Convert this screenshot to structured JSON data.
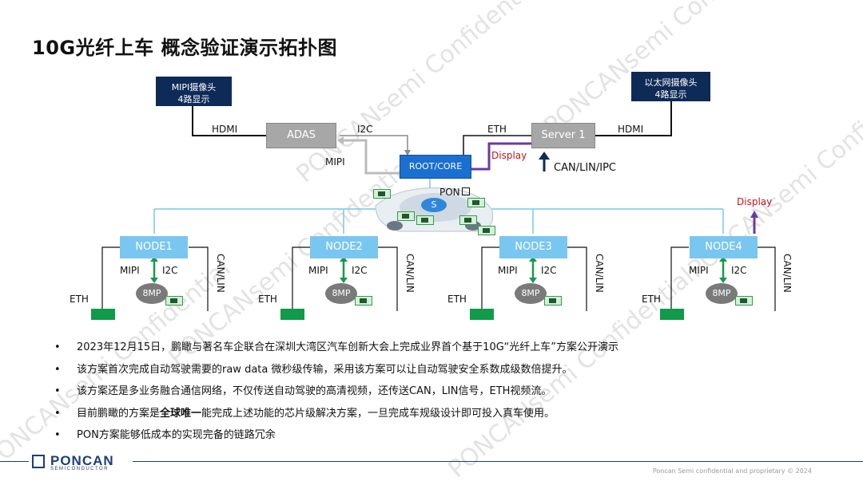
{
  "title": "10G光纤上车  概念验证演示拓扑图",
  "watermark_text": "PONCANsemi Confidential",
  "boxes": {
    "mipi_camera": {
      "line1": "MIPI摄像头",
      "line2": "4路显示"
    },
    "eth_camera": {
      "line1": "以太网摄像头",
      "line2": "4路显示"
    },
    "adas": "ADAS",
    "server": "Server 1",
    "root_core": "ROOT/CORE"
  },
  "labels": {
    "hdmi_left": "HDMI",
    "i2c_top": "I2C",
    "mipi_top": "MIPI",
    "eth_top": "ETH",
    "display_top": "Display",
    "hdmi_right": "HDMI",
    "can_lin_ipc": "CAN/LIN/IPC",
    "pon": "PON",
    "s": "S",
    "display_node4": "Display"
  },
  "nodes": [
    {
      "name": "NODE1",
      "mipi": "MIPI",
      "i2c": "I2C",
      "cam": "8MP",
      "eth": "ETH",
      "can": "CAN/LIN"
    },
    {
      "name": "NODE2",
      "mipi": "MIPI",
      "i2c": "I2C",
      "cam": "8MP",
      "eth": "ETH",
      "can": "CAN/LIN"
    },
    {
      "name": "NODE3",
      "mipi": "MIPI",
      "i2c": "I2C",
      "cam": "8MP",
      "eth": "ETH",
      "can": "CAN/LIN"
    },
    {
      "name": "NODE4",
      "mipi": "MIPI",
      "i2c": "I2C",
      "cam": "8MP",
      "eth": "ETH",
      "can": "CAN/LIN"
    }
  ],
  "bullets": [
    "2023年12月15日，鹏瞰与著名车企联合在深圳大湾区汽车创新大会上完成业界首个基于10G“光纤上车”方案公开演示",
    "该方案首次完成自动驾驶需要的raw data 微秒级传输，采用该方案可以让自动驾驶安全系数成级数倍提升。",
    "该方案还是多业务融合通信网络，不仅传送自动驾驶的高清视频，还传送CAN，LIN信号，ETH视频流。",
    "目前鹏瞰的方案是全球唯一能完成上述功能的芯片级解决方案，一旦完成车规级设计即可投入真车使用。",
    "PON方案能够低成本的实现完备的链路冗余"
  ],
  "bullet4_parts": {
    "pre": "目前鹏瞰的方案是",
    "bold": "全球唯一",
    "post": "能完成上述功能的芯片级解决方案，一旦完成车规级设计即可投入真车使用。"
  },
  "footer": {
    "logo": "PONCAN",
    "logo_sub": "SEMICONDUCTOR",
    "copyright": "Poncan Semi confidential and proprietary © 2024"
  },
  "colors": {
    "dark_navy": "#0e2a57",
    "root_blue": "#1a6fd1",
    "node_blue": "#79c6f0",
    "grey": "#a7a7a7",
    "green": "#119a4a",
    "purple": "#6a3aa0",
    "display_red": "#c0161c"
  }
}
